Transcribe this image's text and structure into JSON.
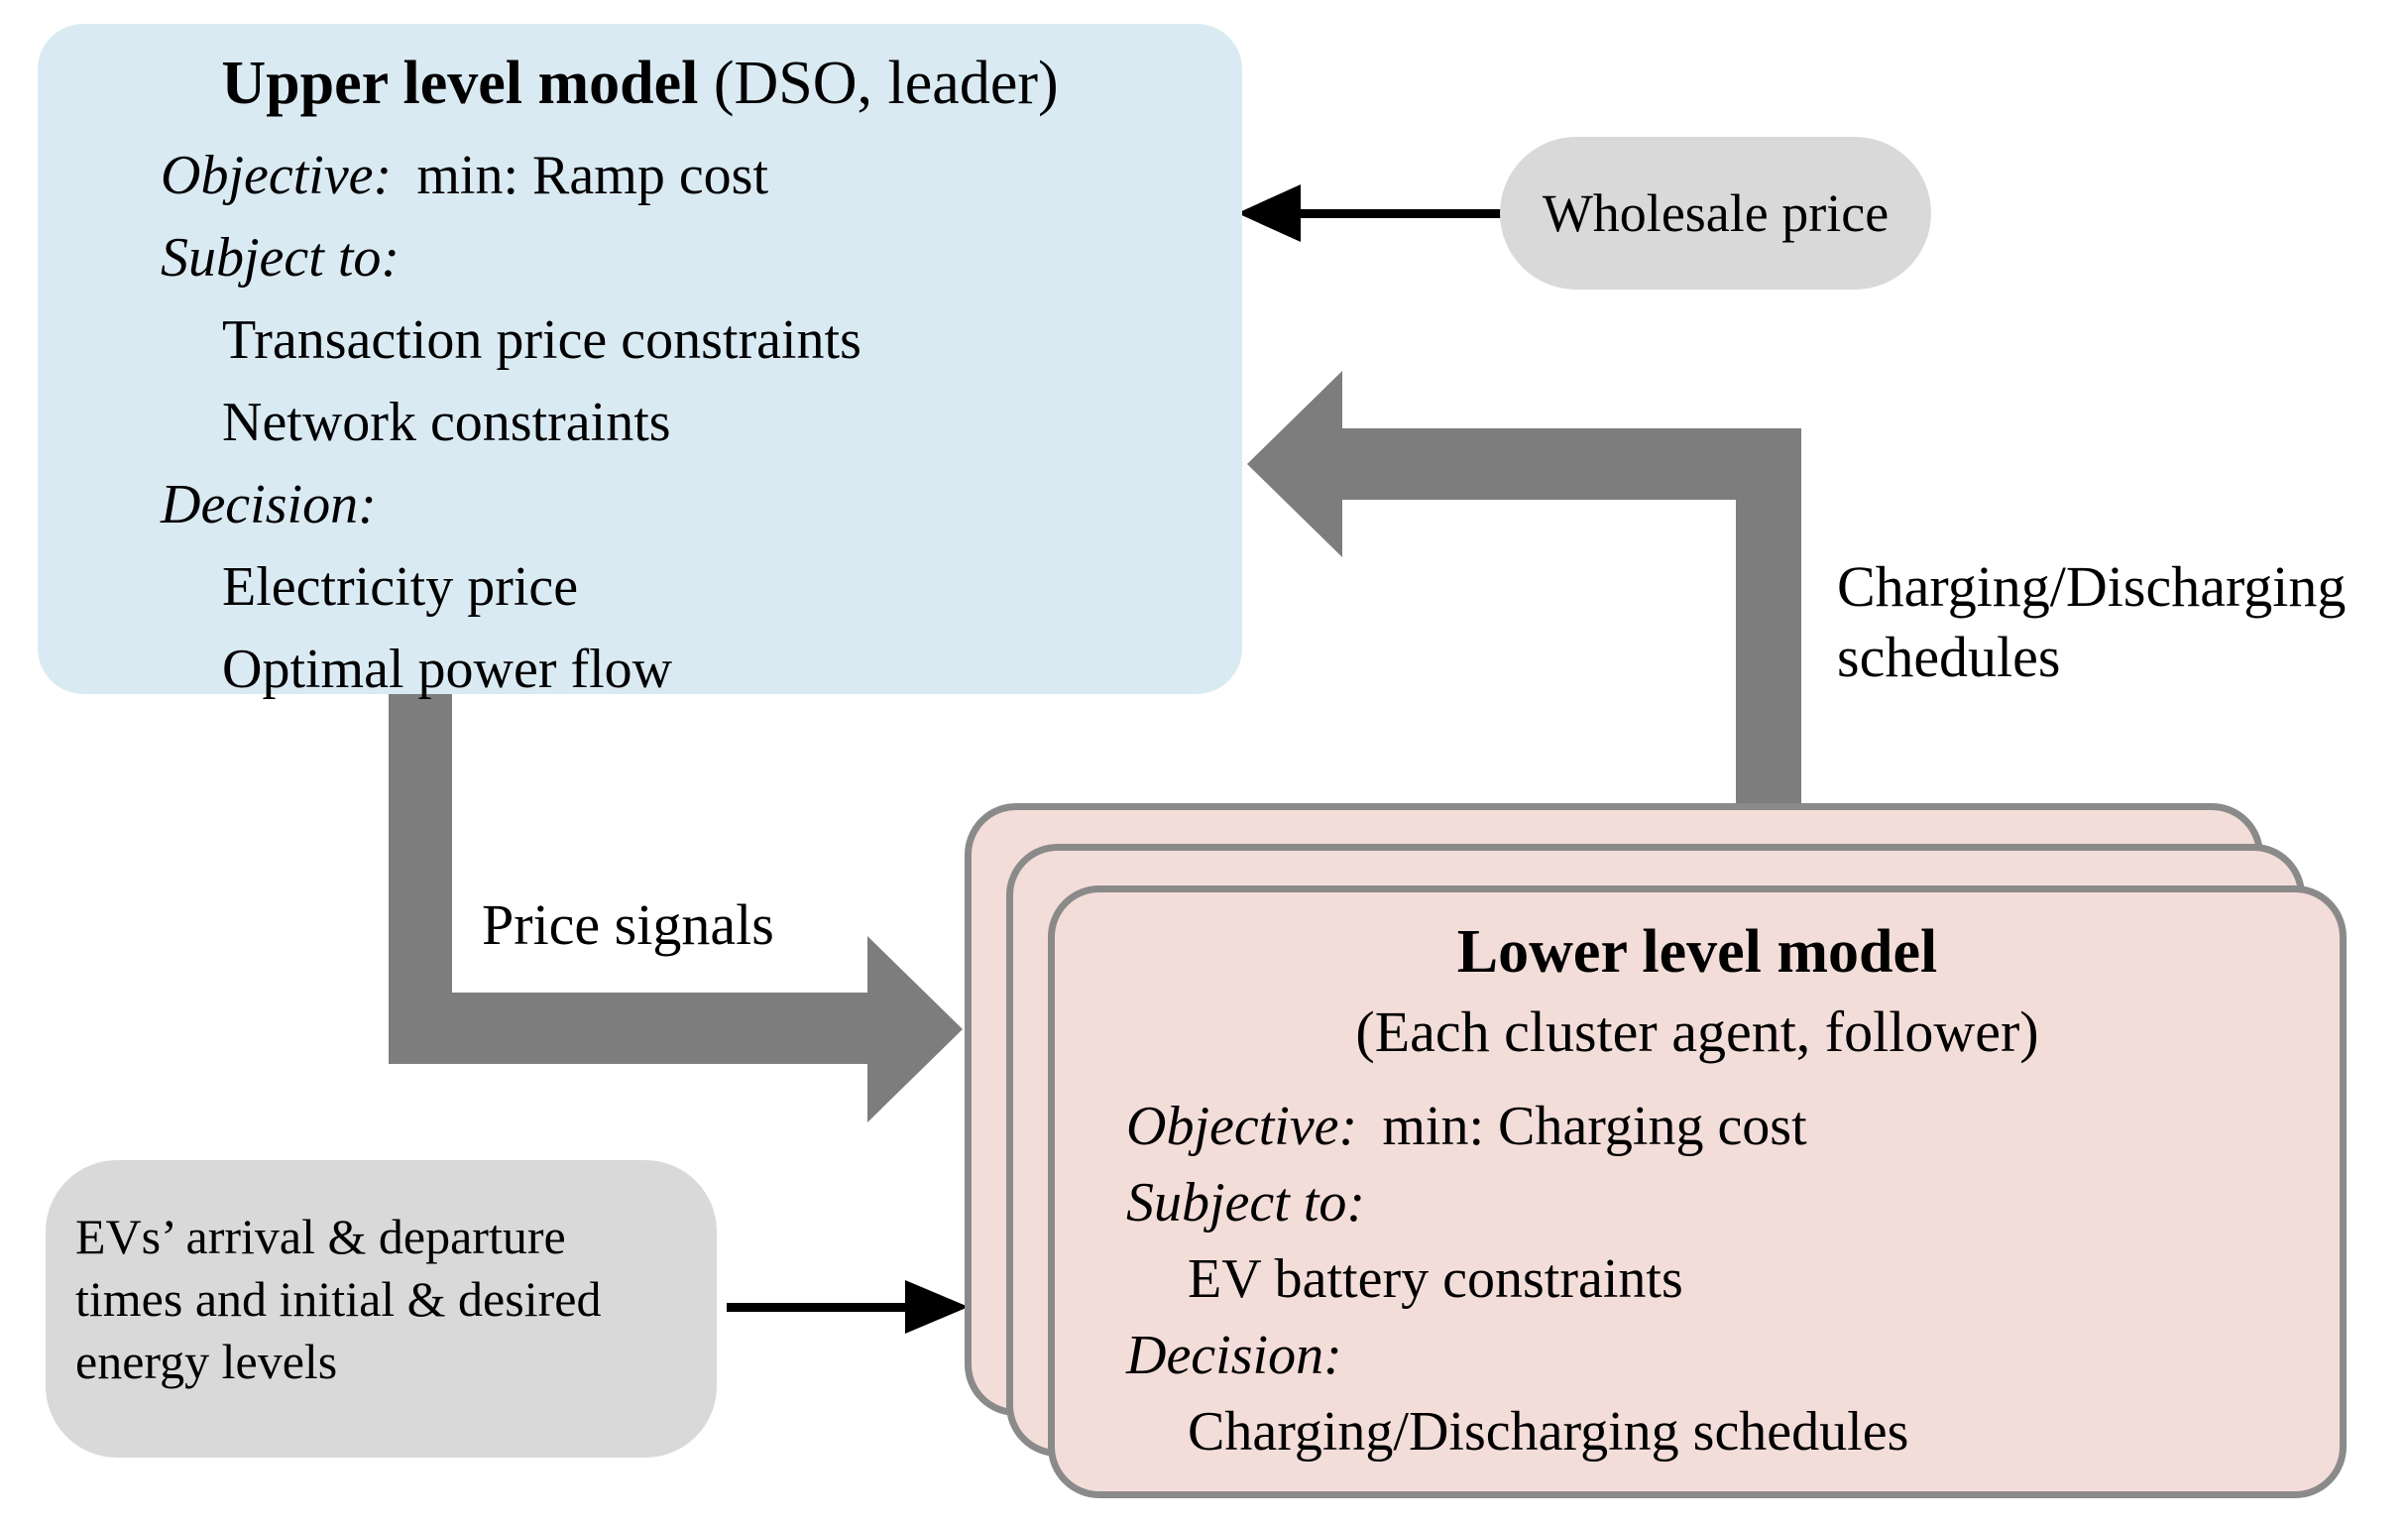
{
  "upper_box": {
    "title": "Upper level model",
    "title_suffix": " (DSO, leader)",
    "objective_label": "Objective:",
    "objective_value": "min: Ramp cost",
    "subject_to_label": "Subject to:",
    "constraints": [
      "Transaction price constraints",
      "Network constraints"
    ],
    "decision_label": "Decision:",
    "decisions": [
      "Electricity price",
      "Optimal power flow"
    ]
  },
  "lower_box": {
    "title": "Lower level model",
    "subtitle": "(Each cluster agent, follower)",
    "objective_label": "Objective:",
    "objective_value": "min: Charging cost",
    "subject_to_label": "Subject to:",
    "constraints": [
      "EV battery constraints"
    ],
    "decision_label": "Decision:",
    "decisions": [
      "Charging/Discharging schedules"
    ]
  },
  "inputs": {
    "wholesale_price": "Wholesale price",
    "ev_info_lines": [
      "EVs’ arrival & departure",
      "times and initial & desired",
      "energy levels"
    ]
  },
  "arrows": {
    "price_signals_label": "Price signals",
    "charging_schedules_lines": [
      "Charging/Discharging",
      "schedules"
    ]
  },
  "colors": {
    "upper_box_fill": "#daeaf3",
    "lower_box_fill": "#f3ddd9",
    "box_border": "#8a8a8a",
    "bubble_fill": "#d9d9d9",
    "thick_arrow": "#7d7d7d",
    "thin_arrow": "#000000",
    "text": "#000000"
  }
}
